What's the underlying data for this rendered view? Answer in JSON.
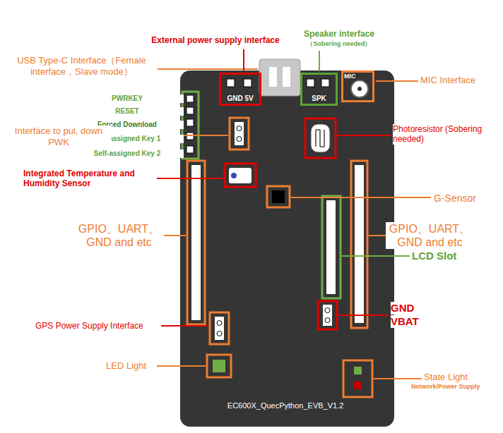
{
  "diagram": {
    "nodes": [
      {
        "text": [
          "EC600X_QuecPython_EVB_V1.2"
        ]
      },
      {
        "text": [
          "GND 5V"
        ],
        "in": 0
      },
      {
        "text": [
          "SPK"
        ],
        "in": 0
      },
      {
        "text": [
          "MIC"
        ],
        "in": 0
      }
    ],
    "labels": [
      "External power supply interface",
      "Speaker interface",
      "（Sobering needed）",
      "USB Type-C Interface（Female interface，Slave mode）",
      "MIC Interface",
      "PWRKEY",
      "RESET",
      "Forced Download",
      "Self-assigned Key 1",
      "Self-assigned Key 2",
      "Interface to pul, down PWK",
      "Photoresistor (Sobering needed)",
      "Integrated Temperature and Humidity Sensor",
      "G-Sensor",
      "GPIO、UART、 GND and etc",
      "GPIO、UART、 GND and etc",
      "LCD Slot",
      "GND",
      "VBAT",
      "GPS Power Supply Interface",
      "LED Light",
      "State Light",
      "Network/Power Supply"
    ]
  }
}
